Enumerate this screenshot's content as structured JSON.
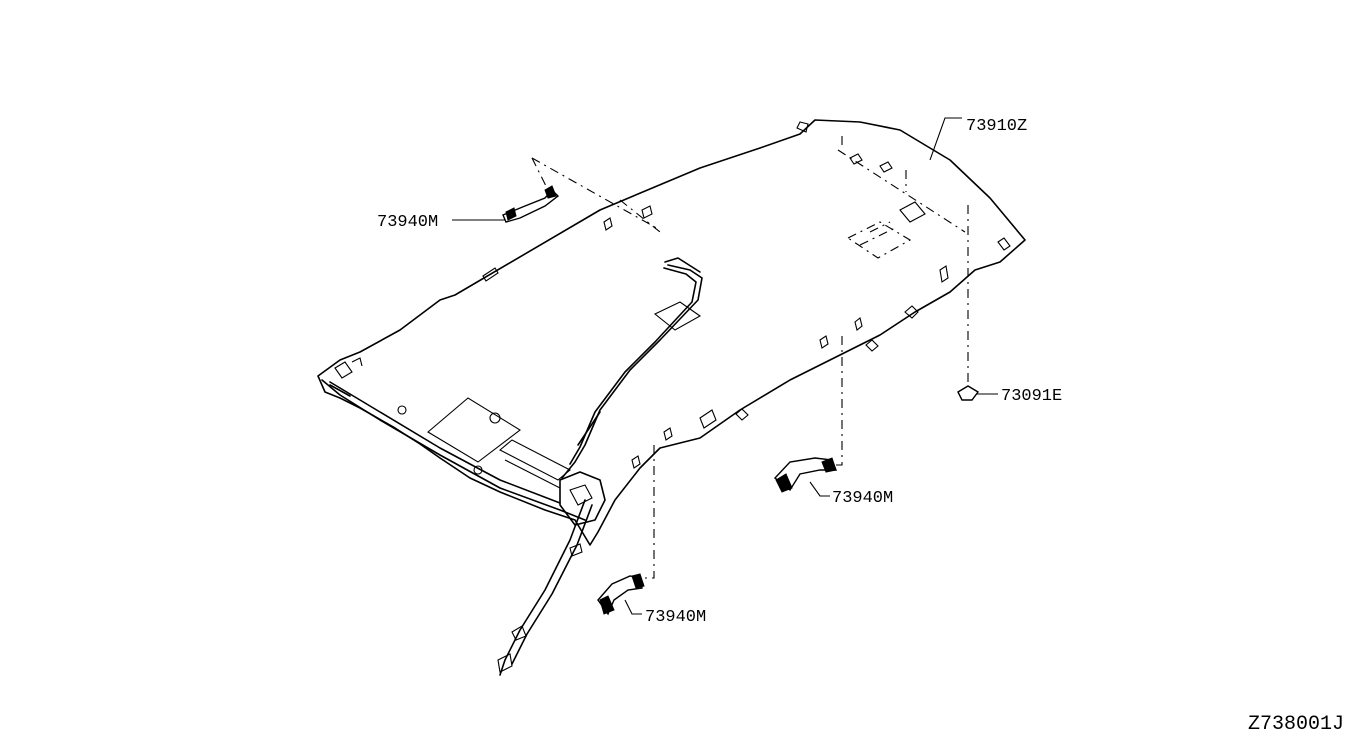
{
  "diagram": {
    "part_labels": {
      "headlining": "73910Z",
      "clip": "73091E",
      "grip_sunvisor": "73940M",
      "grip_rear": "73940M",
      "grip_front": "73940M"
    },
    "figure_code": "Z738001J"
  }
}
